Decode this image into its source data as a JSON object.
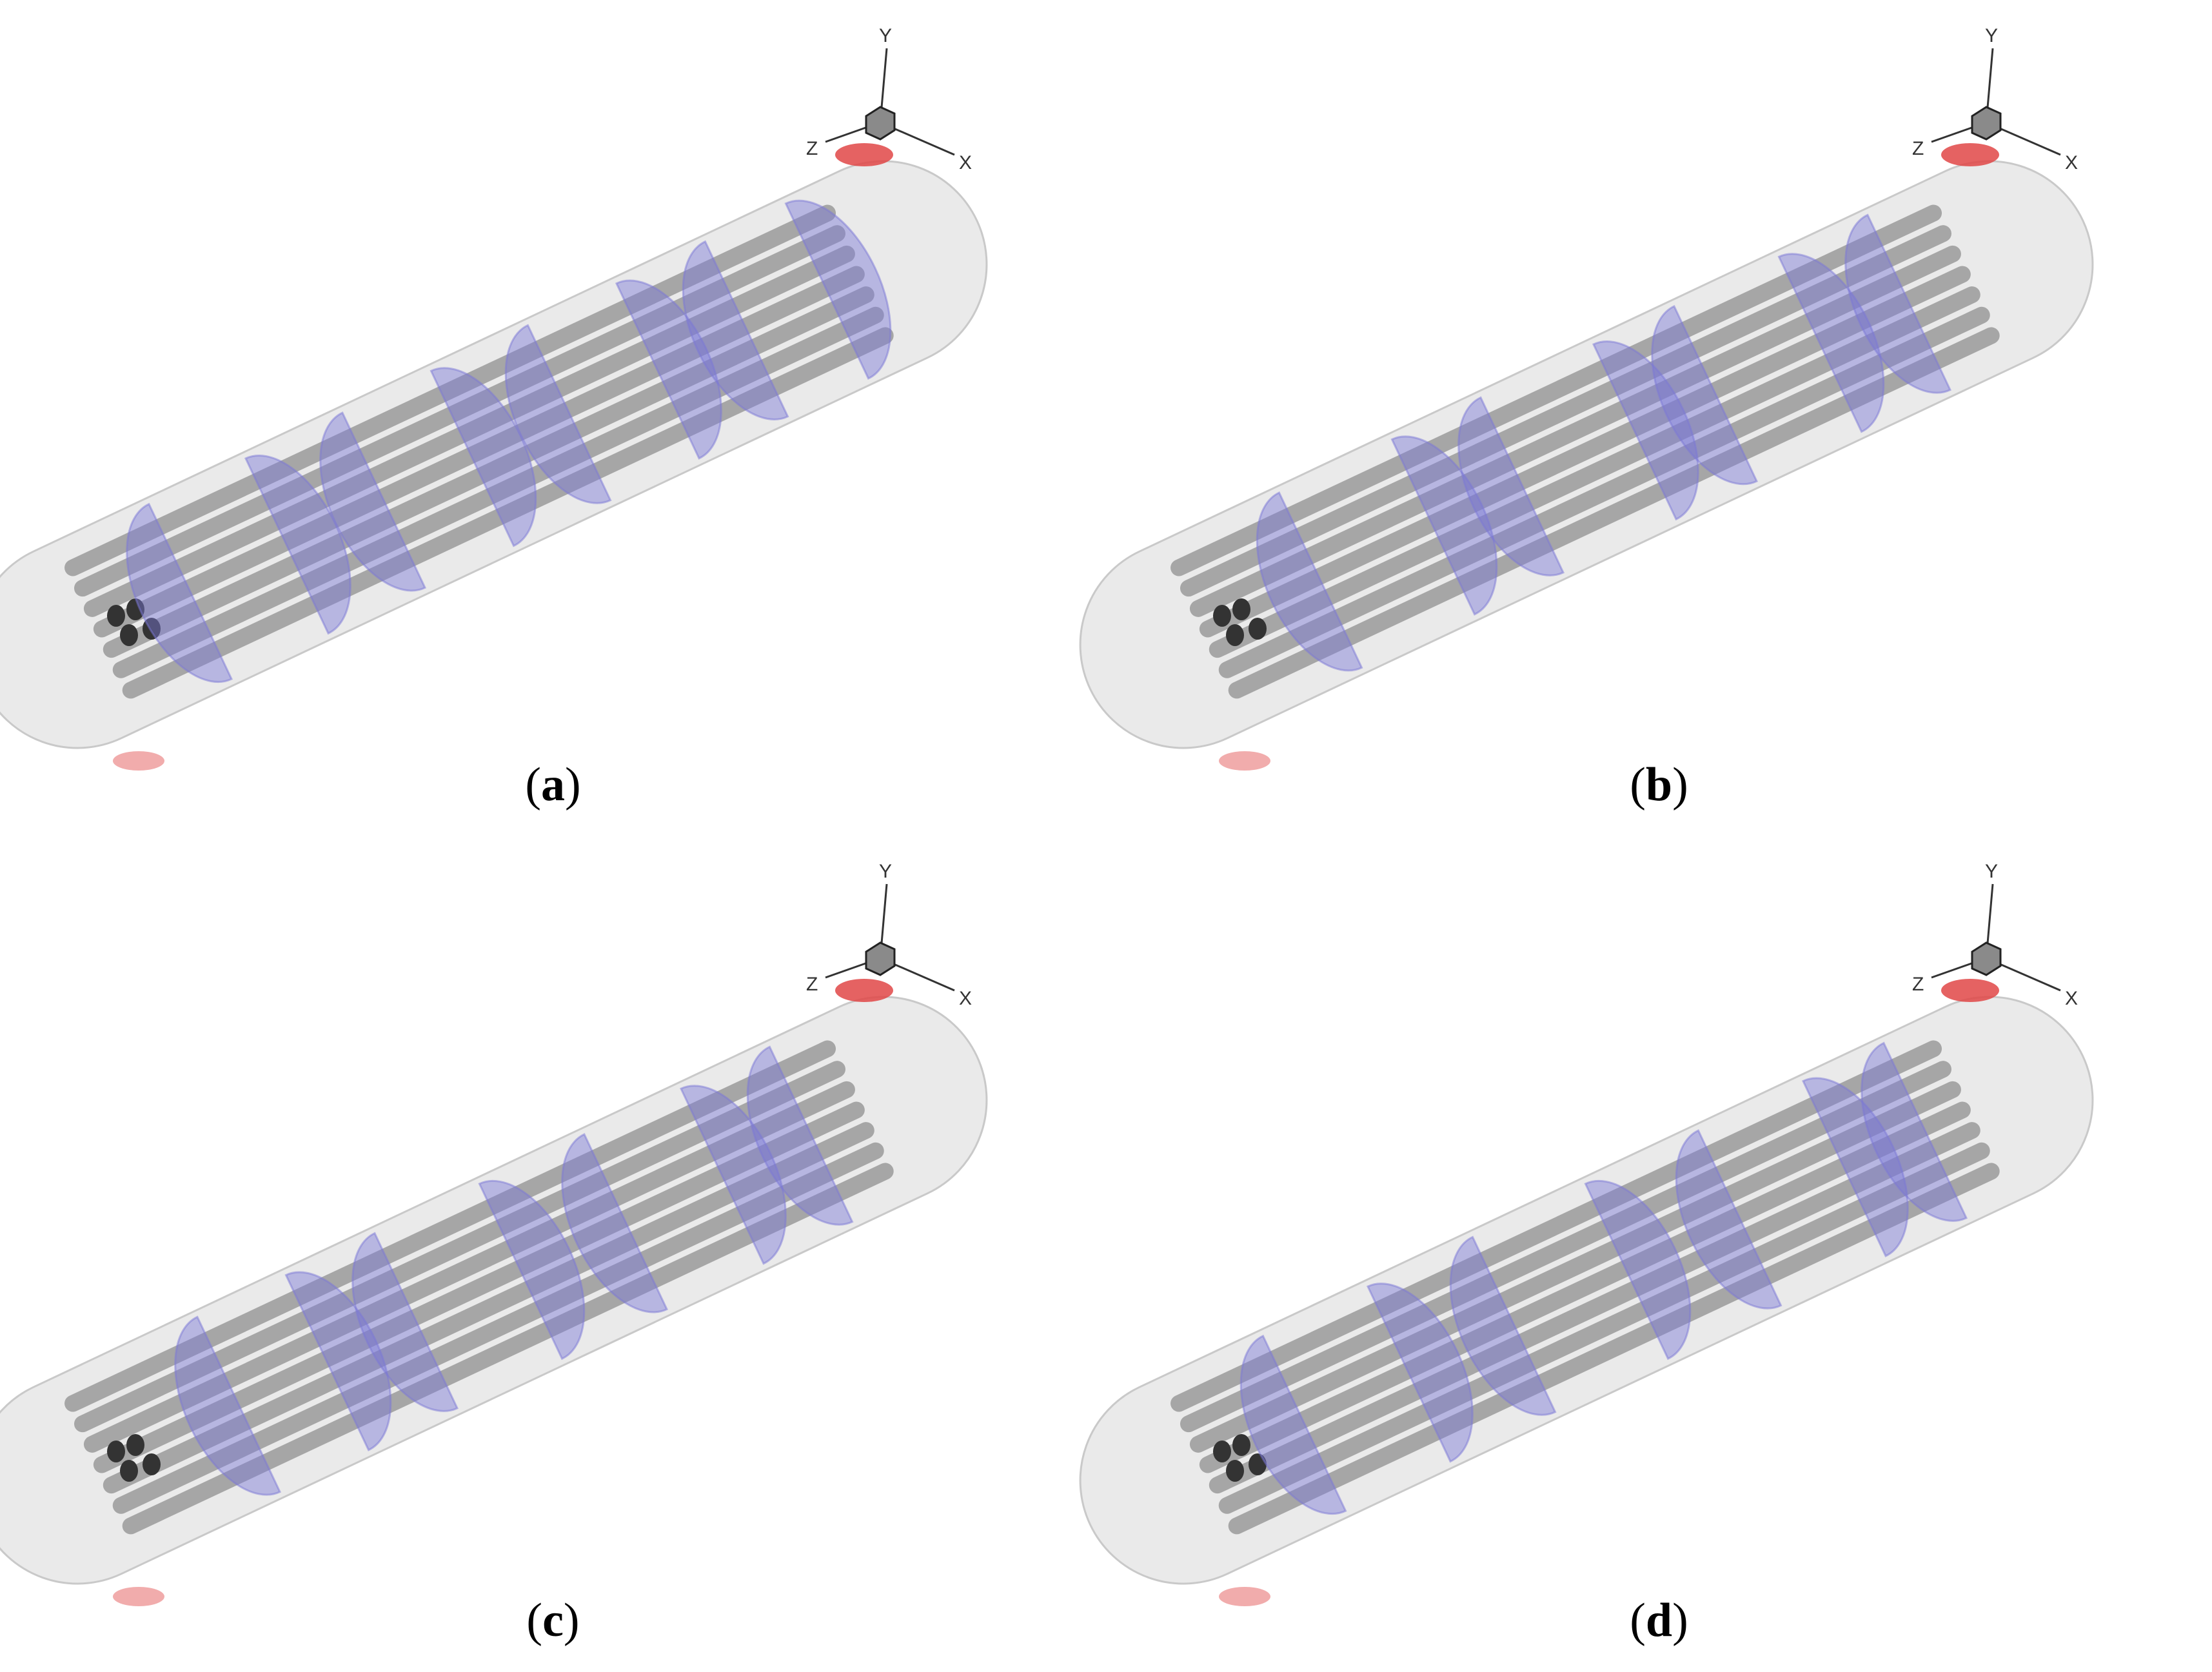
{
  "figure": {
    "panels": [
      {
        "id": "a",
        "caption": "a",
        "baffle_positions": [
          0.14,
          0.26,
          0.38,
          0.49,
          0.61,
          0.72,
          0.83,
          0.93
        ],
        "x_shift": 0
      },
      {
        "id": "b",
        "caption": "b",
        "baffle_positions": [
          0.17,
          0.31,
          0.42,
          0.56,
          0.66,
          0.79,
          0.9
        ],
        "x_shift": 0
      },
      {
        "id": "c",
        "caption": "c",
        "baffle_positions": [
          0.2,
          0.31,
          0.42,
          0.55,
          0.68,
          0.8,
          0.91
        ],
        "x_shift": 0
      },
      {
        "id": "d",
        "caption": "d",
        "baffle_positions": [
          0.15,
          0.28,
          0.41,
          0.55,
          0.69,
          0.82,
          0.92
        ],
        "x_shift": 0
      }
    ],
    "axes": {
      "x": "X",
      "y": "Y",
      "z": "Z"
    },
    "colors": {
      "shell": "#d9d9d9",
      "tube": "#8f8f8f",
      "tube_end": "#333333",
      "baffle": "#7b78d6",
      "nozzle": "#e04646"
    }
  }
}
